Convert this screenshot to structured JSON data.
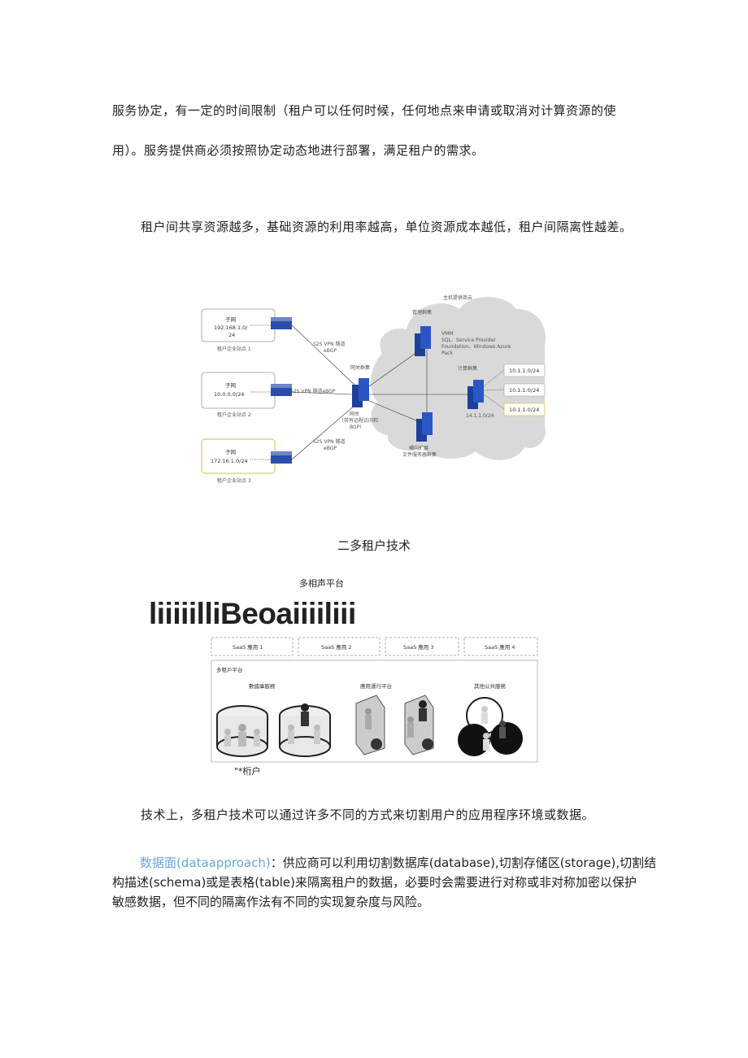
{
  "paragraphs": {
    "p1_line1": "服务协定，有一定的时间限制（租户可以任何时候，任何地点来申请或取消对计算资源的使",
    "p1_line2": "用）。服务提供商必须按照协定动态地进行部署，满足租户的需求。",
    "p2": "租户间共享资源越多，基础资源的利用率越高，单位资源成本越低，租户间隔离性越差。",
    "p3": "技术上，多租户技术可以通过许多不同的方式来切割用户的应用程序环境或数据。",
    "p4_highlight": "数据面(dataapproach)",
    "p4_line1_rest": "：供应商可以利用切割数据库(database),切割存储区(storage),切割结",
    "p4_line2": "构描述(schema)或是表格(table)来隔离租户的数据，必要时会需要进行对称或非对称加密以保护",
    "p4_line3": "敏感数据，但不同的隔离作法有不同的实现复杂度与风险。"
  },
  "network_diagram": {
    "cloud_label": "主机提供商云",
    "mgmt_cluster": "管理群集",
    "vmm_text": [
      "VMM",
      "SQL、Service Provider",
      "Foundation、Windows Azure",
      "Pack"
    ],
    "gateway_cluster": "网关群集",
    "gateway_label": [
      "网关",
      "（带有远程访问和",
      "BGP）"
    ],
    "compute_cluster": "计算群集",
    "compute_subnet": "14.1.1.0/24",
    "fileserver": [
      "横向扩展",
      "文件服务器群集"
    ],
    "vm_subnets": [
      "10.1.1.0/24",
      "10.1.1.0/24",
      "10.1.1.0/24"
    ],
    "sites": [
      {
        "subnet_title": "子网",
        "subnet": "192.168.1.0/",
        "subnet2": "24",
        "name": "租户企业站点 1",
        "vpn": "S2S VPN 隧道",
        "proto": "eBGP"
      },
      {
        "subnet_title": "子网",
        "subnet": "10.0.0.0/24",
        "subnet2": "",
        "name": "租户企业站点 2",
        "vpn": "S2S VPN 隧道eBGP",
        "proto": ""
      },
      {
        "subnet_title": "子网",
        "subnet": "172.16.1.0/24",
        "subnet2": "",
        "name": "租户企业站点 3",
        "vpn": "S2S VPN 隧道",
        "proto": "eBGP"
      }
    ]
  },
  "section_heading": "二多租户技术",
  "platform_figure": {
    "caption_top": "多相声平台",
    "big_title": "liiiiilliBeoaiiiiliii",
    "saas_apps": [
      "SaaS 應用 1",
      "SaaS 應用 2",
      "SaaS 應用 3",
      "SaaS 應用 4"
    ],
    "platform_label": "多租戶平台",
    "groups": [
      "數據庫服務",
      "應用運行平台",
      "其他公共服務"
    ],
    "footer": "\"*桁户"
  }
}
